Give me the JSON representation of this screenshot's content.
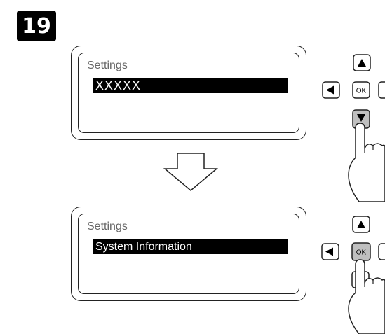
{
  "step": {
    "number": "19"
  },
  "screen_before": {
    "title": "Settings",
    "selected_item": "XXXXX"
  },
  "screen_after": {
    "title": "Settings",
    "selected_item": "System Information"
  },
  "keypad": {
    "ok_label": "OK",
    "up_symbol": "▲",
    "down_symbol": "▼",
    "left_symbol": "◀"
  },
  "colors": {
    "pressed_key": "#cccccc",
    "highlight": "#000000"
  }
}
